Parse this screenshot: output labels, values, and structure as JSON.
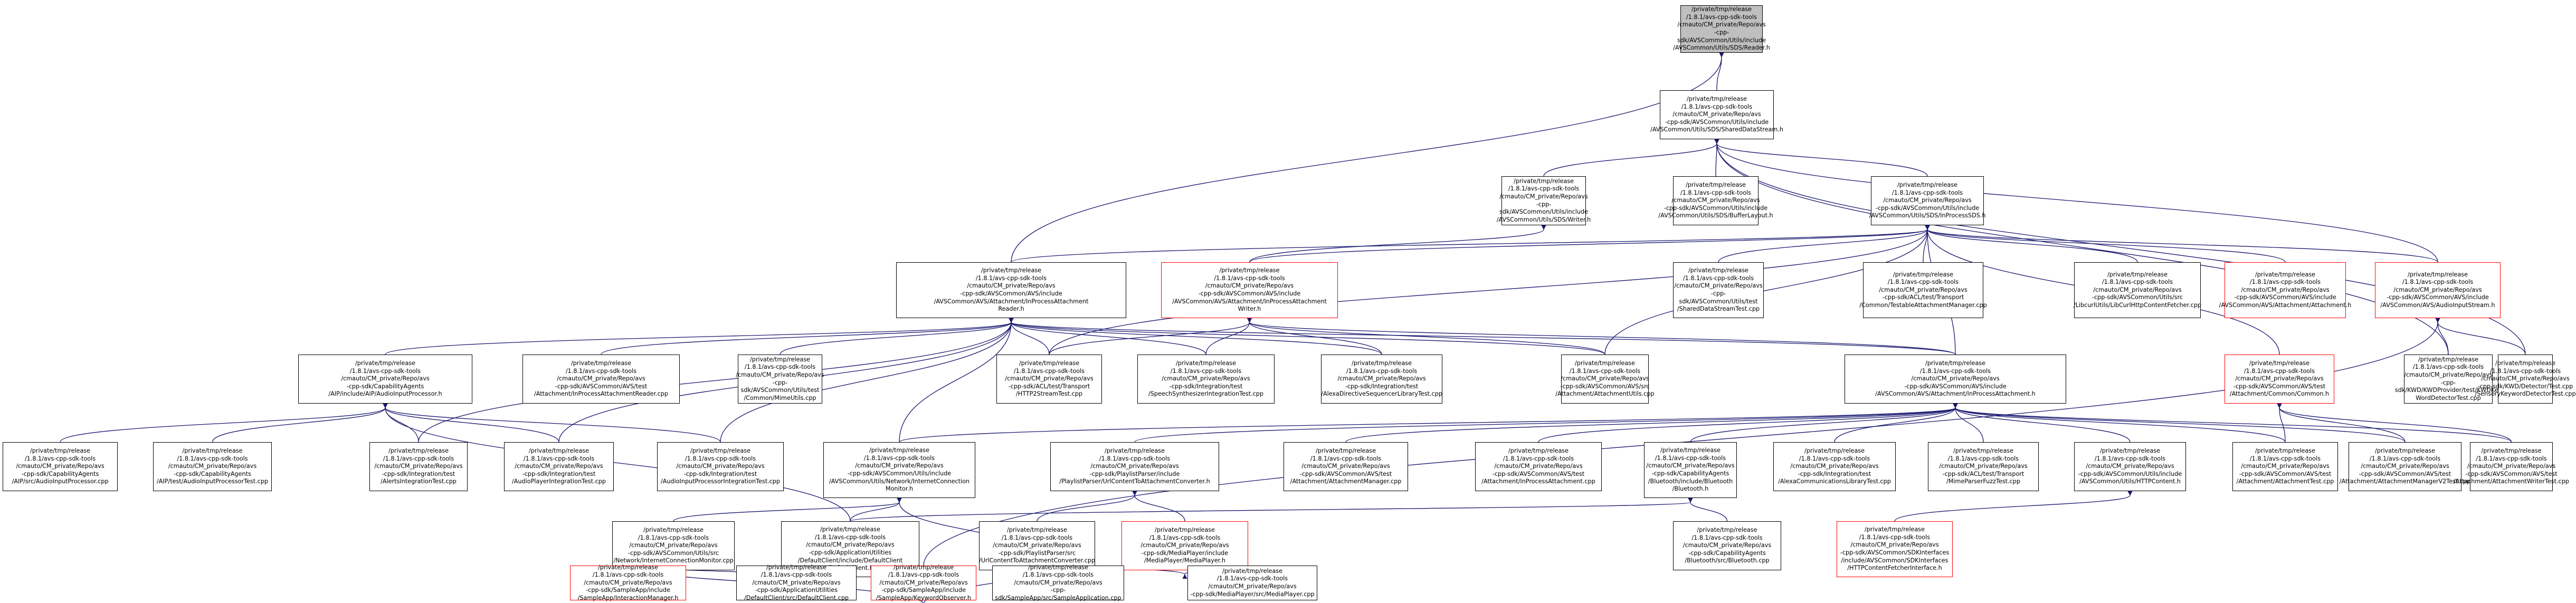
{
  "colors": {
    "edge": "#191970",
    "node_border": "#000000",
    "truncated_border": "#ff0000",
    "root_fill": "#bfbfbf"
  },
  "nodes": {
    "n1": {
      "label": "/private/tmp/release\n/1.8.1/avs-cpp-sdk-tools\n/cmauto/CM_private/Repo/avs\n-cpp-sdk/AVSCommon/Utils/include\n/AVSCommon/Utils/SDS/Reader.h"
    },
    "n2": {
      "label": "/private/tmp/release\n/1.8.1/avs-cpp-sdk-tools\n/cmauto/CM_private/Repo/avs\n-cpp-sdk/AVSCommon/Utils/include\n/AVSCommon/Utils/SDS/SharedDataStream.h"
    },
    "n3": {
      "label": "/private/tmp/release\n/1.8.1/avs-cpp-sdk-tools\n/cmauto/CM_private/Repo/avs\n-cpp-sdk/AVSCommon/Utils/include\n/AVSCommon/Utils/SDS/Writer.h"
    },
    "n4": {
      "label": "/private/tmp/release\n/1.8.1/avs-cpp-sdk-tools\n/cmauto/CM_private/Repo/avs\n-cpp-sdk/AVSCommon/Utils/include\n/AVSCommon/Utils/SDS/BufferLayout.h"
    },
    "n5": {
      "label": "/private/tmp/release\n/1.8.1/avs-cpp-sdk-tools\n/cmauto/CM_private/Repo/avs\n-cpp-sdk/AVSCommon/Utils/include\n/AVSCommon/Utils/SDS/InProcessSDS.h"
    },
    "n6": {
      "label": "/private/tmp/release\n/1.8.1/avs-cpp-sdk-tools\n/cmauto/CM_private/Repo/avs\n-cpp-sdk/AVSCommon/AVS/include\n/AVSCommon/AVS/Attachment/InProcessAttachment\nReader.h"
    },
    "n7": {
      "label": "/private/tmp/release\n/1.8.1/avs-cpp-sdk-tools\n/cmauto/CM_private/Repo/avs\n-cpp-sdk/AVSCommon/AVS/include\n/AVSCommon/AVS/Attachment/InProcessAttachment\nWriter.h"
    },
    "n8": {
      "label": "/private/tmp/release\n/1.8.1/avs-cpp-sdk-tools\n/cmauto/CM_private/Repo/avs\n-cpp-sdk/AVSCommon/Utils/test\n/SharedDataStreamTest.cpp"
    },
    "n9": {
      "label": "/private/tmp/release\n/1.8.1/avs-cpp-sdk-tools\n/cmauto/CM_private/Repo/avs\n-cpp-sdk/ACL/test/Transport\n/Common/TestableAttachmentManager.cpp"
    },
    "n10": {
      "label": "/private/tmp/release\n/1.8.1/avs-cpp-sdk-tools\n/cmauto/CM_private/Repo/avs\n-cpp-sdk/AVSCommon/Utils/src\n/LibcurlUtils/LibCurlHttpContentFetcher.cpp"
    },
    "n11": {
      "label": "/private/tmp/release\n/1.8.1/avs-cpp-sdk-tools\n/cmauto/CM_private/Repo/avs\n-cpp-sdk/AVSCommon/AVS/include\n/AVSCommon/AVS/Attachment/Attachment.h"
    },
    "n12": {
      "label": "/private/tmp/release\n/1.8.1/avs-cpp-sdk-tools\n/cmauto/CM_private/Repo/avs\n-cpp-sdk/AVSCommon/AVS/include\n/AVSCommon/AVS/AudioInputStream.h"
    },
    "n13": {
      "label": "/private/tmp/release\n/1.8.1/avs-cpp-sdk-tools\n/cmauto/CM_private/Repo/avs\n-cpp-sdk/CapabilityAgents\n/AIP/include/AIP/AudioInputProcessor.h"
    },
    "n14": {
      "label": "/private/tmp/release\n/1.8.1/avs-cpp-sdk-tools\n/cmauto/CM_private/Repo/avs\n-cpp-sdk/AVSCommon/AVS/test\n/Attachment/InProcessAttachmentReader.cpp"
    },
    "n15": {
      "label": "/private/tmp/release\n/1.8.1/avs-cpp-sdk-tools\n/cmauto/CM_private/Repo/avs\n-cpp-sdk/AVSCommon/Utils/test\n/Common/MimeUtils.cpp"
    },
    "n16": {
      "label": "/private/tmp/release\n/1.8.1/avs-cpp-sdk-tools\n/cmauto/CM_private/Repo/avs\n-cpp-sdk/ACL/test/Transport\n/HTTP2StreamTest.cpp"
    },
    "n17": {
      "label": "/private/tmp/release\n/1.8.1/avs-cpp-sdk-tools\n/cmauto/CM_private/Repo/avs\n-cpp-sdk/Integration/test\n/SpeechSynthesizerIntegrationTest.cpp"
    },
    "n18": {
      "label": "/private/tmp/release\n/1.8.1/avs-cpp-sdk-tools\n/cmauto/CM_private/Repo/avs\n-cpp-sdk/Integration/test\n/AlexaDirectiveSequencerLibraryTest.cpp"
    },
    "n19": {
      "label": "/private/tmp/release\n/1.8.1/avs-cpp-sdk-tools\n/cmauto/CM_private/Repo/avs\n-cpp-sdk/AVSCommon/AVS/src\n/Attachment/AttachmentUtils.cpp"
    },
    "n20": {
      "label": "/private/tmp/release\n/1.8.1/avs-cpp-sdk-tools\n/cmauto/CM_private/Repo/avs\n-cpp-sdk/AVSCommon/AVS/include\n/AVSCommon/AVS/Attachment/InProcessAttachment.h"
    },
    "n21": {
      "label": "/private/tmp/release\n/1.8.1/avs-cpp-sdk-tools\n/cmauto/CM_private/Repo/avs\n-cpp-sdk/AVSCommon/AVS/test\n/Attachment/Common/Common.h"
    },
    "n22": {
      "label": "/private/tmp/release\n/1.8.1/avs-cpp-sdk-tools\n/cmauto/CM_private/Repo/avs\n-cpp-sdk/KWD/KWDProvider/test/KWDKey\nWordDetectorTest.cpp"
    },
    "n23": {
      "label": "/private/tmp/release\n/1.8.1/avs-cpp-sdk-tools\n/cmauto/CM_private/Repo/avs\n-cpp-sdk/KWD/Detector/Test.cpp\n/SensoryKeywordDetectorTest.cpp"
    },
    "n24": {
      "label": "/private/tmp/release\n/1.8.1/avs-cpp-sdk-tools\n/cmauto/CM_private/Repo/avs\n-cpp-sdk/CapabilityAgents\n/AIP/src/AudioInputProcessor.cpp"
    },
    "n25": {
      "label": "/private/tmp/release\n/1.8.1/avs-cpp-sdk-tools\n/cmauto/CM_private/Repo/avs\n-cpp-sdk/CapabilityAgents\n/AIP/test/AudioInputProcessorTest.cpp"
    },
    "n26": {
      "label": "/private/tmp/release\n/1.8.1/avs-cpp-sdk-tools\n/cmauto/CM_private/Repo/avs\n-cpp-sdk/Integration/test\n/AlertsIntegrationTest.cpp"
    },
    "n27": {
      "label": "/private/tmp/release\n/1.8.1/avs-cpp-sdk-tools\n/cmauto/CM_private/Repo/avs\n-cpp-sdk/Integration/test\n/AudioPlayerIntegrationTest.cpp"
    },
    "n28": {
      "label": "/private/tmp/release\n/1.8.1/avs-cpp-sdk-tools\n/cmauto/CM_private/Repo/avs\n-cpp-sdk/Integration/test\n/AudioInputProcessorIntegrationTest.cpp"
    },
    "n29": {
      "label": "/private/tmp/release\n/1.8.1/avs-cpp-sdk-tools\n/cmauto/CM_private/Repo/avs\n-cpp-sdk/AVSCommon/Utils/include\n/AVSCommon/Utils/Network/InternetConnection\nMonitor.h"
    },
    "n30": {
      "label": "/private/tmp/release\n/1.8.1/avs-cpp-sdk-tools\n/cmauto/CM_private/Repo/avs\n-cpp-sdk/PlaylistParser/include\n/PlaylistParser/UrlContentToAttachmentConverter.h"
    },
    "n31": {
      "label": "/private/tmp/release\n/1.8.1/avs-cpp-sdk-tools\n/cmauto/CM_private/Repo/avs\n-cpp-sdk/AVSCommon/AVS/test\n/Attachment/AttachmentManager.cpp"
    },
    "n32": {
      "label": "/private/tmp/release\n/1.8.1/avs-cpp-sdk-tools\n/cmauto/CM_private/Repo/avs\n-cpp-sdk/AVSCommon/AVS/test\n/Attachment/InProcessAttachment.cpp"
    },
    "n33": {
      "label": "/private/tmp/release\n/1.8.1/avs-cpp-sdk-tools\n/cmauto/CM_private/Repo/avs\n-cpp-sdk/CapabilityAgents\n/Bluetooth/include/Bluetooth\n/Bluetooth.h"
    },
    "n34": {
      "label": "/private/tmp/release\n/1.8.1/avs-cpp-sdk-tools\n/cmauto/CM_private/Repo/avs\n-cpp-sdk/Integration/test\n/AlexaCommunicationsLibraryTest.cpp"
    },
    "n35": {
      "label": "/private/tmp/release\n/1.8.1/avs-cpp-sdk-tools\n/cmauto/CM_private/Repo/avs\n-cpp-sdk/ACL/test/Transport\n/MimeParserFuzzTest.cpp"
    },
    "n36": {
      "label": "/private/tmp/release\n/1.8.1/avs-cpp-sdk-tools\n/cmauto/CM_private/Repo/avs\n-cpp-sdk/AVSCommon/Utils/include\n/AVSCommon/Utils/HTTPContent.h"
    },
    "n37": {
      "label": "/private/tmp/release\n/1.8.1/avs-cpp-sdk-tools\n/cmauto/CM_private/Repo/avs\n-cpp-sdk/AVSCommon/AVS/test\n/Attachment/AttachmentTest.cpp"
    },
    "n38": {
      "label": "/private/tmp/release\n/1.8.1/avs-cpp-sdk-tools\n/cmauto/CM_private/Repo/avs\n-cpp-sdk/AVSCommon/AVS/test\n/Attachment/AttachmentManagerV2Test.cpp"
    },
    "n39": {
      "label": "/private/tmp/release\n/1.8.1/avs-cpp-sdk-tools\n/cmauto/CM_private/Repo/avs\n-cpp-sdk/AVSCommon/AVS/test\n/Attachment/AttachmentWriterTest.cpp"
    },
    "n40": {
      "label": "/private/tmp/release\n/1.8.1/avs-cpp-sdk-tools\n/cmauto/CM_private/Repo/avs\n-cpp-sdk/AVSCommon/Utils/src\n/Network/InternetConnectionMonitor.cpp"
    },
    "n41": {
      "label": "/private/tmp/release\n/1.8.1/avs-cpp-sdk-tools\n/cmauto/CM_private/Repo/avs\n-cpp-sdk/ApplicationUtilities\n/DefaultClient/include/DefaultClient\n/DefaultClient.h"
    },
    "n42": {
      "label": "/private/tmp/release\n/1.8.1/avs-cpp-sdk-tools\n/cmauto/CM_private/Repo/avs\n-cpp-sdk/PlaylistParser/src\n/UrlContentToAttachmentConverter.cpp"
    },
    "n43": {
      "label": "/private/tmp/release\n/1.8.1/avs-cpp-sdk-tools\n/cmauto/CM_private/Repo/avs\n-cpp-sdk/MediaPlayer/include\n/MediaPlayer/MediaPlayer.h"
    },
    "n44": {
      "label": "/private/tmp/release\n/1.8.1/avs-cpp-sdk-tools\n/cmauto/CM_private/Repo/avs\n-cpp-sdk/CapabilityAgents\n/Bluetooth/src/Bluetooth.cpp"
    },
    "n45": {
      "label": "/private/tmp/release\n/1.8.1/avs-cpp-sdk-tools\n/cmauto/CM_private/Repo/avs\n-cpp-sdk/AVSCommon/SDKInterfaces\n/include/AVSCommon/SDKInterfaces\n/HTTPContentFetcherInterface.h"
    },
    "n46": {
      "label": "/private/tmp/release\n/1.8.1/avs-cpp-sdk-tools\n/cmauto/CM_private/Repo/avs\n-cpp-sdk/ApplicationUtilities\n/DefaultClient/src/DefaultClient.cpp"
    },
    "n47": {
      "label": "/private/tmp/release\n/1.8.1/avs-cpp-sdk-tools\n/cmauto/CM_private/Repo/avs\n-cpp-sdk/SampleApp/include\n/SampleApp/KeywordObserver.h"
    },
    "n48": {
      "label": "/private/tmp/release\n/1.8.1/avs-cpp-sdk-tools\n/cmauto/CM_private/Repo/avs\n-cpp-sdk/MediaPlayer/src/MediaPlayer.cpp"
    },
    "n49": {
      "label": "/private/tmp/release\n/1.8.1/avs-cpp-sdk-tools\n/cmauto/CM_private/Repo/avs\n-cpp-sdk/SampleApp/include\n/SampleApp/InteractionManager.h"
    },
    "n50": {
      "label": "/private/tmp/release\n/1.8.1/avs-cpp-sdk-tools\n/cmauto/CM_private/Repo/avs\n-cpp-sdk/SampleApp/src/SampleApplication.cpp"
    }
  }
}
